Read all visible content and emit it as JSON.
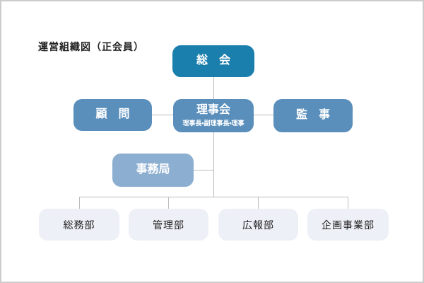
{
  "title": "運営組織図（正会員）",
  "colors": {
    "primary": "#1b7fad",
    "secondary": "#5a8ebb",
    "tertiary": "#8caed0",
    "light": "#eef0f7",
    "line": "#bcbcbc",
    "text_dark": "#222222"
  },
  "chart_data": {
    "type": "org-chart",
    "nodes": {
      "general_meeting": {
        "label": "総　会"
      },
      "advisor": {
        "label": "顧　問"
      },
      "board": {
        "label": "理事会",
        "sublabel": "理事長・副理事長・理事"
      },
      "auditor": {
        "label": "監　事"
      },
      "secretariat": {
        "label": "事務局"
      },
      "departments": [
        {
          "label": "総務部"
        },
        {
          "label": "管理部"
        },
        {
          "label": "広報部"
        },
        {
          "label": "企画事業部"
        }
      ]
    },
    "edges": [
      [
        "general_meeting",
        "board"
      ],
      [
        "advisor",
        "board"
      ],
      [
        "board",
        "auditor"
      ],
      [
        "board",
        "departments"
      ],
      [
        "secretariat",
        "board-departments-trunk"
      ]
    ]
  }
}
